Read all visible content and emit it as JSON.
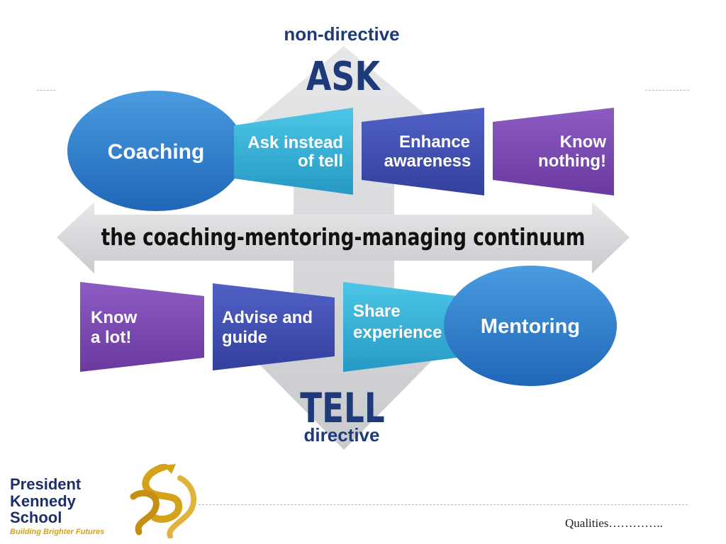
{
  "diagram": {
    "top_label": "non-directive",
    "top_word": "ASK",
    "bottom_word": "TELL",
    "bottom_label": "directive",
    "center_banner": "the coaching-mentoring-managing continuum",
    "top_row": {
      "oval": "Coaching",
      "boxes": [
        {
          "line1": "Ask instead",
          "line2": "of tell"
        },
        {
          "line1": "Enhance",
          "line2": "awareness"
        },
        {
          "line1": "Know",
          "line2": "nothing!"
        }
      ]
    },
    "bottom_row": {
      "oval": "Mentoring",
      "boxes": [
        {
          "line1": "Know",
          "line2": "a lot!"
        },
        {
          "line1": "Advise and",
          "line2": "guide"
        },
        {
          "line1": "Share",
          "line2": "experience"
        }
      ]
    }
  },
  "logo": {
    "line1": "President",
    "line2": "Kennedy",
    "line3": "School",
    "tagline": "Building Brighter Futures"
  },
  "footer": {
    "text": "Qualities………….."
  },
  "colors": {
    "arrow_gray": "#d6d7d9",
    "blue_oval": "#2f80cc",
    "cyan_box": "#36b4d8",
    "indigo_box": "#3e4db3",
    "purple_box": "#7a48b0",
    "navy_text": "#1f3a78",
    "logo_gold": "#d4a21a"
  }
}
